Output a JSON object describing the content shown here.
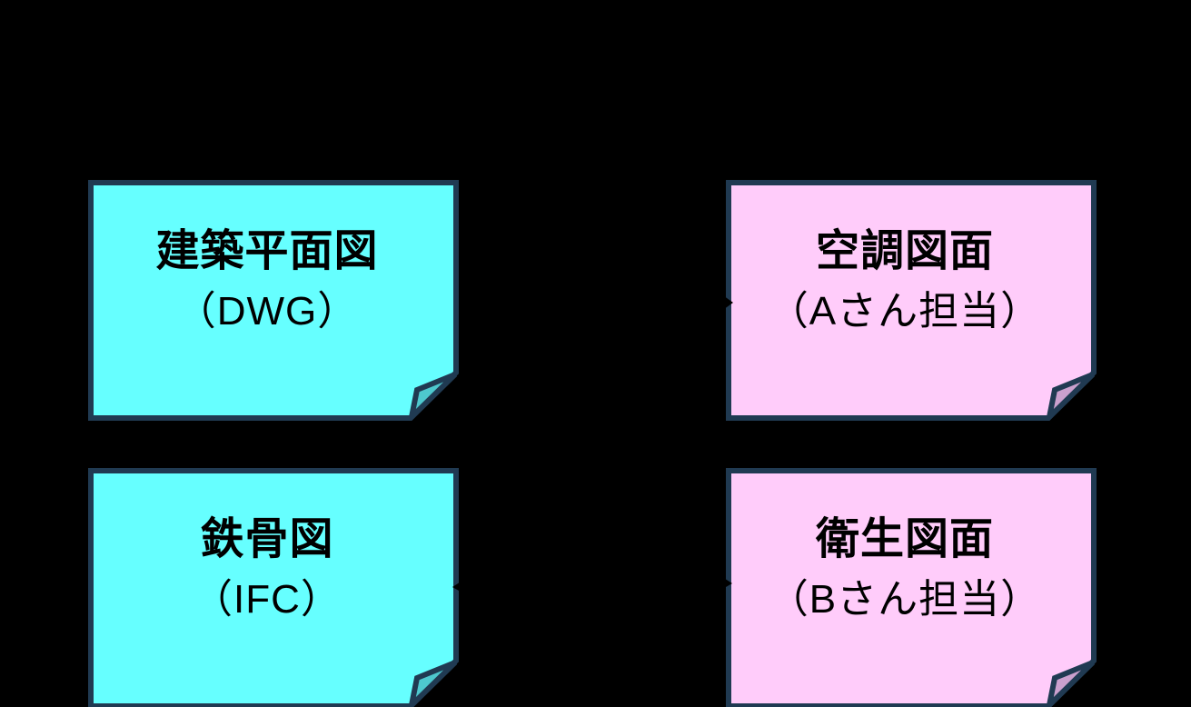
{
  "diagram": {
    "background_color": "#000000",
    "palette": {
      "note_cyan_fill": "#66FFFF",
      "note_cyan_fold": "#4EC8CE",
      "note_pink_fill": "#FFCCFA",
      "note_pink_fold": "#CBA0CE",
      "note_border": "#203A52",
      "note_text_color": "#000000",
      "connector_color": "#000000"
    },
    "notes": [
      {
        "title": "建築平面図",
        "subtitle": "（DWG）",
        "color": "cyan",
        "position": "top-left"
      },
      {
        "title": "空調図面",
        "subtitle": "（Aさん担当）",
        "color": "pink",
        "position": "top-right"
      },
      {
        "title": "鉄骨図",
        "subtitle": "（IFC）",
        "color": "cyan",
        "position": "bottom-left"
      },
      {
        "title": "衛生図面",
        "subtitle": "（Bさん担当）",
        "color": "pink",
        "position": "bottom-right"
      }
    ],
    "connectors": [
      {
        "from": "建築平面図（DWG）",
        "to": "空調図面（Aさん担当）",
        "style": "arrow-right"
      },
      {
        "from": "鉄骨図（IFC）",
        "to": "衛生図面（Bさん担当）",
        "style": "arrow-both"
      }
    ]
  }
}
